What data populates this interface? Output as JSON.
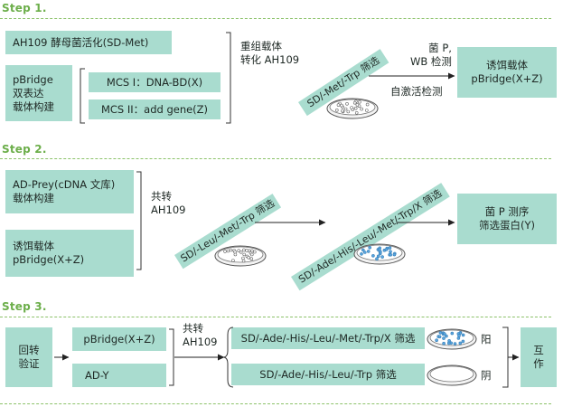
{
  "step1": {
    "label": "Step 1.",
    "activation": "AH109 酵母菌活化(SD-Met)",
    "pbridge": "pBridge\n双表达\n载体构建",
    "mcs1": "MCS I：DNA-BD(X)",
    "mcs2": "MCS II：add gene(Z)",
    "transform_label": "重组载体\n转化 AH109",
    "screen": "SD/-Met/-Trp 筛选",
    "strain_label": "菌 P,\nWB 检测",
    "self_activation": "自激活检测",
    "result": "诱饵载体\npBridge(X+Z)"
  },
  "step2": {
    "label": "Step 2.",
    "prey": "AD-Prey(cDNA 文库)\n载体构建",
    "bait": "诱饵载体\npBridge(X+Z)",
    "cotransform": "共转\nAH109",
    "screen1": "SD/-Leu/-Met/-Trp 筛选",
    "screen2": "SD/-Ade/-His/-Leu/-Met/-Trp/X 筛选",
    "result": "菌 P 测序\n筛选蛋白(Y)"
  },
  "step3": {
    "label": "Step 3.",
    "verify": "回转\n验证",
    "pbridge": "pBridge(X+Z)",
    "ady": "AD-Y",
    "cotransform": "共转\nAH109",
    "screen_pos": "SD/-Ade/-His/-Leu/-Met/-Trp/X 筛选",
    "screen_neg": "SD/-Ade/-His/-Leu/-Trp 筛选",
    "positive": "阳",
    "negative": "阴",
    "interaction": "互\n作"
  },
  "colors": {
    "box": "#a9dccf",
    "step_label": "#6cae4a",
    "dashed_line": "#8cc26a",
    "colony_blue": "#5aa7e0",
    "colony_white": "#ffffff"
  }
}
